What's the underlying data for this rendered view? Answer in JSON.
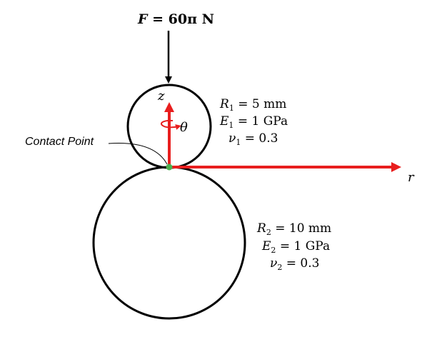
{
  "force": {
    "var": "F",
    "value": "60π N"
  },
  "axes": {
    "z": "z",
    "r": "r",
    "theta": "θ"
  },
  "contact_label": "Contact Point",
  "sphere1": {
    "r_var": "R",
    "r_sub": "1",
    "r_val": "5 mm",
    "e_var": "E",
    "e_sub": "1",
    "e_val": "1 GPa",
    "v_var": "ν",
    "v_sub": "1",
    "v_val": "0.3"
  },
  "sphere2": {
    "r_var": "R",
    "r_sub": "2",
    "r_val": "10 mm",
    "e_var": "E",
    "e_sub": "2",
    "e_val": "1 GPa",
    "v_var": "ν",
    "v_sub": "2",
    "v_val": "0.3"
  },
  "colors": {
    "axis": "#e81e1e",
    "contact": "#4caf50",
    "outline": "#000000"
  }
}
